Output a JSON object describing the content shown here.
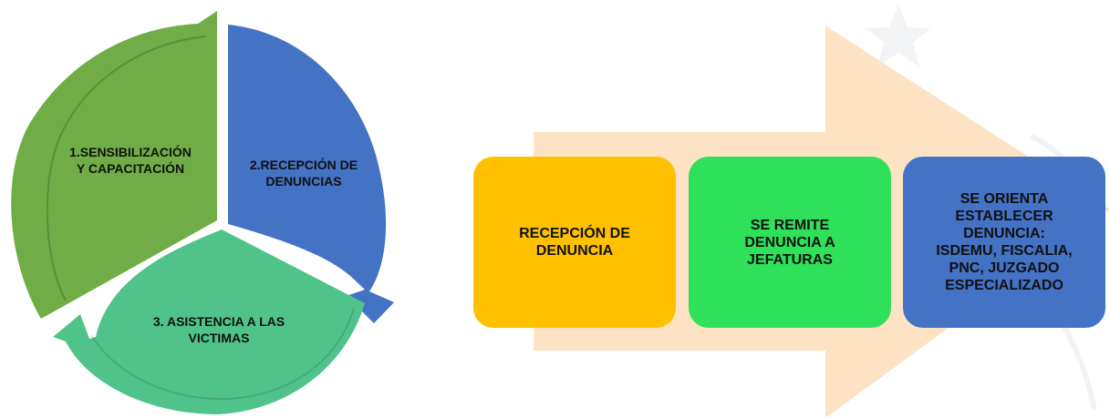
{
  "cycle": {
    "segments": [
      {
        "label": "1.SENSIBILIZACIÓN\nY CAPACITACIÓN",
        "color": "#70ad47"
      },
      {
        "label": "2.RECEPCIÓN  DE\nDENUNCIAS",
        "color": "#4472c4"
      },
      {
        "label": "3. ASISTENCIA A LAS\nVICTIMAS",
        "color": "#4fc38a"
      }
    ]
  },
  "process": {
    "arrow_color": "#fde3c4",
    "steps": [
      {
        "label": "RECEPCIÓN DE\nDENUNCIA",
        "color": "#ffc000"
      },
      {
        "label": "SE REMITE\nDENUNCIA A\nJEFATURAS",
        "color": "#2fe05a"
      },
      {
        "label": "SE ORIENTA\nESTABLECER\nDENUNCIA:\nISDEMU, FISCALIA,\nPNC, JUZGADO\nESPECIALIZADO",
        "color": "#4472c4"
      }
    ]
  },
  "watermark": {
    "icon": "star-seal-watermark"
  }
}
